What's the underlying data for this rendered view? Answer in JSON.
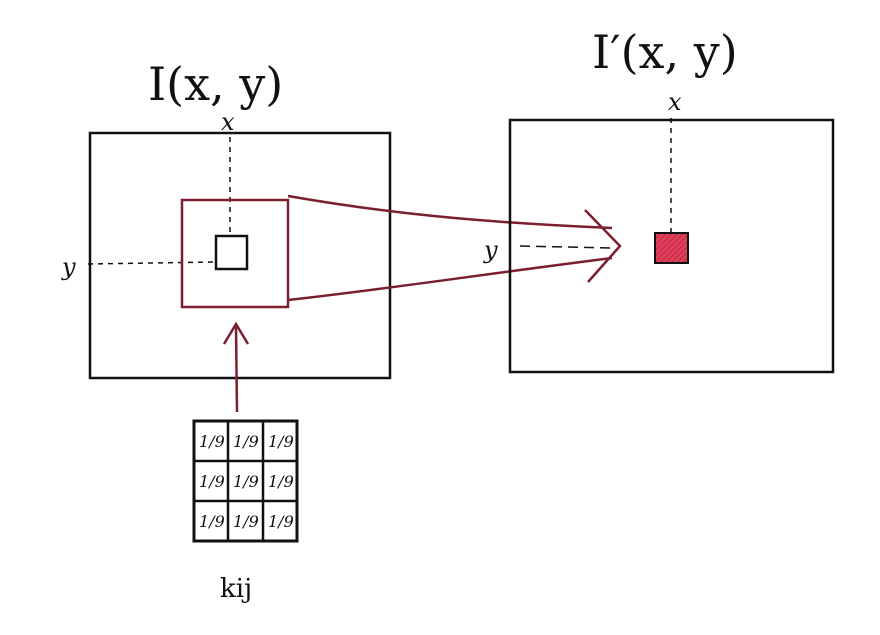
{
  "input_image": {
    "title": "I(x, y)",
    "x_label": "x",
    "y_label": "y"
  },
  "output_image": {
    "title": "I′(x, y)",
    "x_label": "x",
    "y_label": "y"
  },
  "kernel": {
    "label": "kij",
    "cells": [
      [
        "1/9",
        "1/9",
        "1/9"
      ],
      [
        "1/9",
        "1/9",
        "1/9"
      ],
      [
        "1/9",
        "1/9",
        "1/9"
      ]
    ]
  },
  "colors": {
    "ink": "#111111",
    "highlight": "#7a1f2e",
    "output_pixel": "#e0405a"
  }
}
